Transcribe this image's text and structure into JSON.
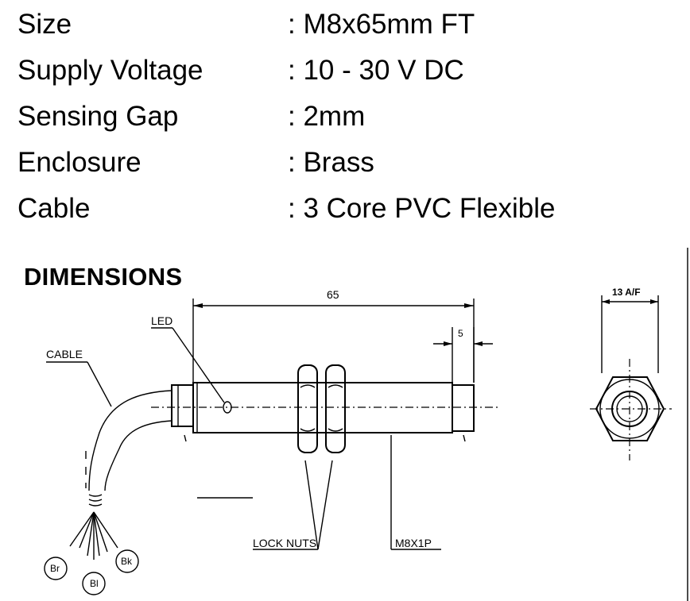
{
  "specs": [
    {
      "label": "Size",
      "value": ": M8x65mm FT"
    },
    {
      "label": "Supply Voltage",
      "value": ": 10 - 30 V DC"
    },
    {
      "label": "Sensing Gap",
      "value": ": 2mm"
    },
    {
      "label": "Enclosure",
      "value": ": Brass"
    },
    {
      "label": "Cable",
      "value": ": 3 Core PVC Flexible"
    }
  ],
  "dimensions_title": "DIMENSIONS",
  "drawing": {
    "overall_length": "65",
    "face_length": "5",
    "across_flats": "13 A/F",
    "led_label": "LED",
    "cable_label": "CABLE",
    "lock_nuts_label": "LOCK NUTS",
    "thread_label": "M8X1P",
    "wire_brown": "Br",
    "wire_blue": "Bl",
    "wire_black": "Bk"
  }
}
